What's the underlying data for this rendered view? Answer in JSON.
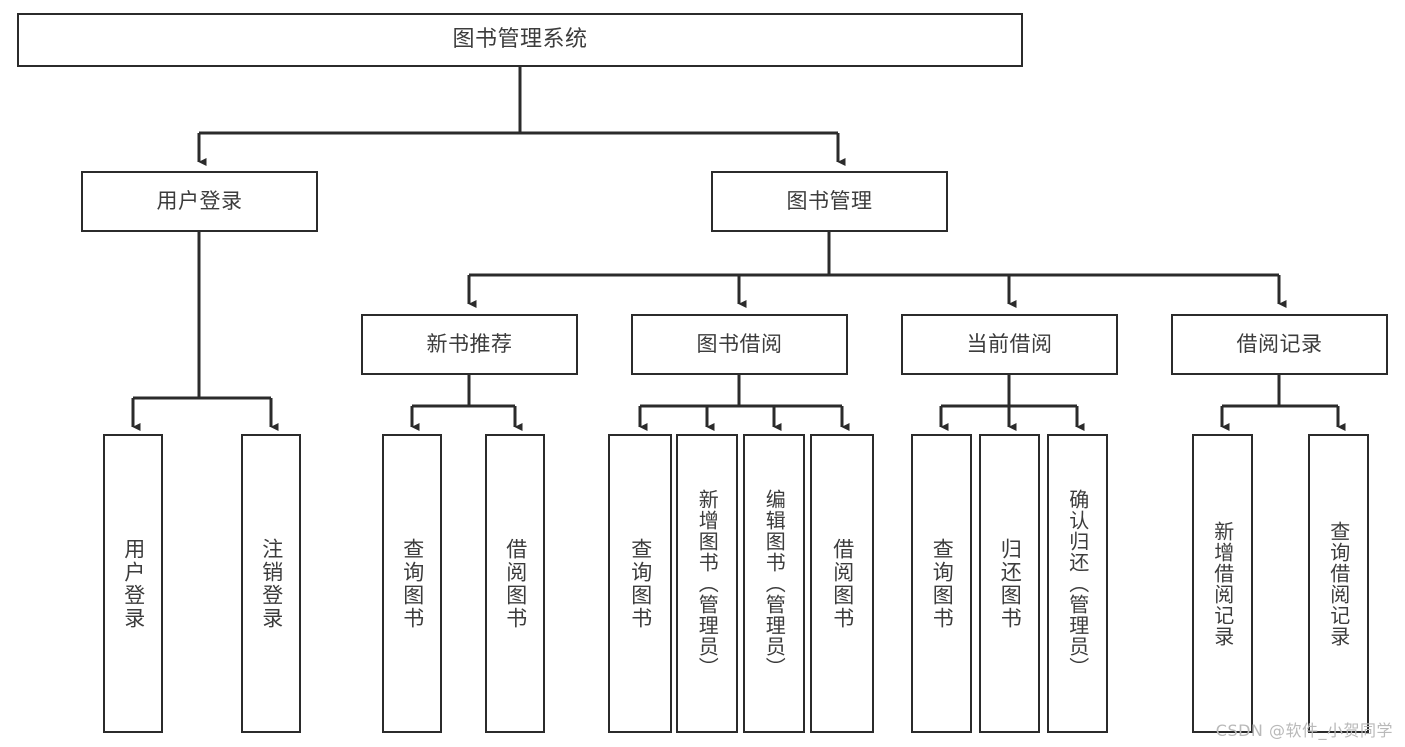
{
  "diagram": {
    "title": "图书管理系统",
    "type": "tree-hierarchy",
    "colors": {
      "background": "#ffffff",
      "node_border": "#2b2b2b",
      "node_fill": "#ffffff",
      "text": "#3c3c3c",
      "edge": "#2b2b2b",
      "watermark": "#b9b9b9"
    },
    "watermark": "CSDN @软件_小贺同学"
  },
  "nodes": {
    "root": {
      "label": "图书管理系统"
    },
    "level1": [
      {
        "id": "user-login",
        "label": "用户登录"
      },
      {
        "id": "book-manage",
        "label": "图书管理"
      }
    ],
    "level2": [
      {
        "id": "new-book-recommend",
        "label": "新书推荐"
      },
      {
        "id": "book-borrow",
        "label": "图书借阅"
      },
      {
        "id": "current-borrow",
        "label": "当前借阅"
      },
      {
        "id": "borrow-record",
        "label": "借阅记录"
      }
    ],
    "leaves": {
      "user-login": [
        {
          "id": "leaf-user-login",
          "label": "用户登录"
        },
        {
          "id": "leaf-logout-login",
          "label": "注销登录"
        }
      ],
      "new-book-recommend": [
        {
          "id": "leaf-query-book-1",
          "label": "查询图书"
        },
        {
          "id": "leaf-borrow-book-1",
          "label": "借阅图书"
        }
      ],
      "book-borrow": [
        {
          "id": "leaf-query-book-2",
          "label": "查询图书"
        },
        {
          "id": "leaf-add-book",
          "label": "新增图书（管理员）"
        },
        {
          "id": "leaf-edit-book",
          "label": "编辑图书（管理员）"
        },
        {
          "id": "leaf-borrow-book-2",
          "label": "借阅图书"
        }
      ],
      "current-borrow": [
        {
          "id": "leaf-query-book-3",
          "label": "查询图书"
        },
        {
          "id": "leaf-return-book",
          "label": "归还图书"
        },
        {
          "id": "leaf-confirm-return",
          "label": "确认归还（管理员）"
        }
      ],
      "borrow-record": [
        {
          "id": "leaf-add-record",
          "label": "新增借阅记录"
        },
        {
          "id": "leaf-query-record",
          "label": "查询借阅记录"
        }
      ]
    }
  },
  "chart_data": {
    "type": "tree",
    "title": "图书管理系统",
    "edges": [
      {
        "from": "图书管理系统",
        "to": "用户登录"
      },
      {
        "from": "图书管理系统",
        "to": "图书管理"
      },
      {
        "from": "用户登录",
        "to": "用户登录"
      },
      {
        "from": "用户登录",
        "to": "注销登录"
      },
      {
        "from": "图书管理",
        "to": "新书推荐"
      },
      {
        "from": "图书管理",
        "to": "图书借阅"
      },
      {
        "from": "图书管理",
        "to": "当前借阅"
      },
      {
        "from": "图书管理",
        "to": "借阅记录"
      },
      {
        "from": "新书推荐",
        "to": "查询图书"
      },
      {
        "from": "新书推荐",
        "to": "借阅图书"
      },
      {
        "from": "图书借阅",
        "to": "查询图书"
      },
      {
        "from": "图书借阅",
        "to": "新增图书（管理员）"
      },
      {
        "from": "图书借阅",
        "to": "编辑图书（管理员）"
      },
      {
        "from": "图书借阅",
        "to": "借阅图书"
      },
      {
        "from": "当前借阅",
        "to": "查询图书"
      },
      {
        "from": "当前借阅",
        "to": "归还图书"
      },
      {
        "from": "当前借阅",
        "to": "确认归还（管理员）"
      },
      {
        "from": "借阅记录",
        "to": "新增借阅记录"
      },
      {
        "from": "借阅记录",
        "to": "查询借阅记录"
      }
    ],
    "levels": 4
  }
}
